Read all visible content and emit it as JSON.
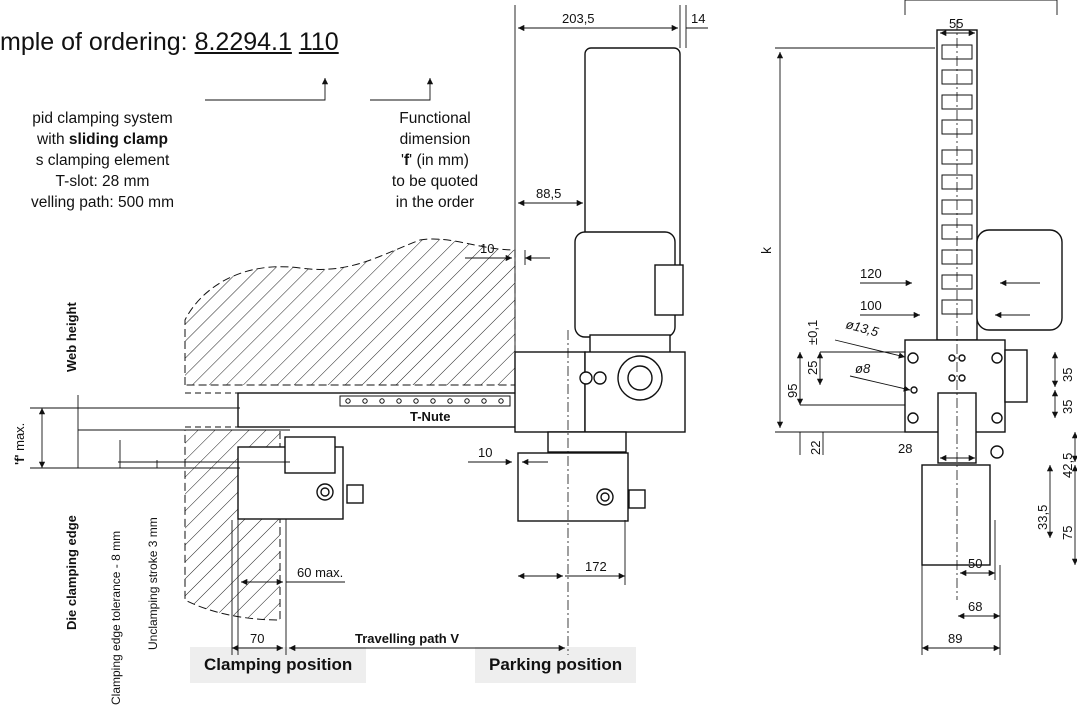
{
  "title": {
    "prefix": "mple of ordering:",
    "code": "8.2294.1",
    "suffix": "110"
  },
  "left_description": {
    "line1": "pid clamping system",
    "line2_prefix": "with ",
    "line2_bold": "sliding clamp",
    "line3": "s clamping element",
    "line4": "T-slot: 28 mm",
    "line5": "velling path: 500 mm"
  },
  "right_description": {
    "line1": "Functional",
    "line2": "dimension",
    "line3_prefix": "'",
    "line3_bold": "f",
    "line3_suffix": "' (in mm)",
    "line4": "to be quoted",
    "line5": "in the order"
  },
  "labels": {
    "clamping_position": "Clamping position",
    "parking_position": "Parking position",
    "t_nute": "T-Nute",
    "travelling_path": "Travelling path V",
    "web_height": "Web height",
    "f_max_bold": "'f'",
    "f_max_suffix": " max.",
    "die_clamping_edge": "Die clamping edge",
    "clamping_tolerance": "Clamping edge tolerance - 8 mm",
    "unclamping_stroke": "Unclamping stroke 3 mm",
    "k": "k"
  },
  "dimensions": {
    "d203_5": "203,5",
    "d14": "14",
    "d88_5": "88,5",
    "d10_top": "10",
    "d10_bottom": "10",
    "d60max": "60 max.",
    "d70": "70",
    "d172": "172",
    "d55": "55",
    "d120": "120",
    "d100": "100",
    "d13_5": "ø13,5",
    "d25": "25",
    "d_tol": "±0,1",
    "d8": "ø8",
    "d95": "95",
    "d22": "22",
    "d28": "28",
    "d35a": "35",
    "d35b": "35",
    "d42_5": "42,5",
    "d33_5": "33,5",
    "d75": "75",
    "d50": "50",
    "d68": "68",
    "d89": "89"
  }
}
